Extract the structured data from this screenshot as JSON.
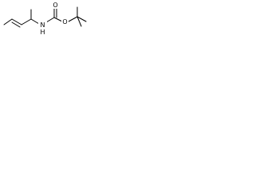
{
  "structure": {
    "atoms": {
      "nitrogen": "N",
      "hydrogen": "H",
      "ester_oxygen": "O",
      "carbonyl_oxygen": "O"
    }
  },
  "colors": {
    "background": "#ffffff",
    "bond": "#000000",
    "text": "#000000"
  }
}
